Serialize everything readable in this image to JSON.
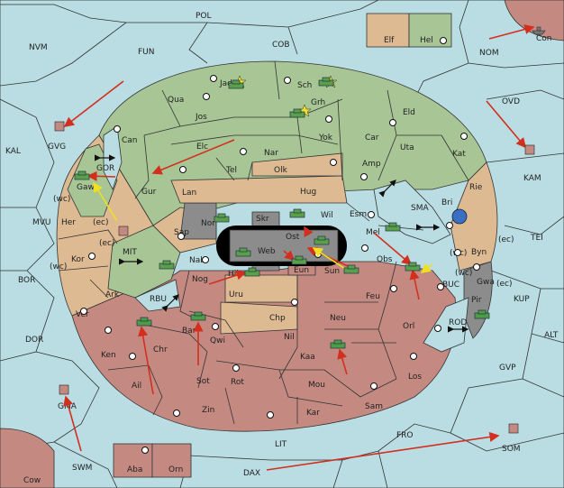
{
  "colors": {
    "sea": "#b9dde3",
    "north_power": "#a7c595",
    "neutral": "#deba93",
    "south_power": "#c48a82",
    "impassable": "#8c8c8c",
    "move_arrow": "#d32f1f",
    "support_arrow": "#f0e020"
  },
  "regions": {
    "pol": "POL",
    "nvm": "NVM",
    "fun": "FUN",
    "cob": "COB",
    "nom": "NOM",
    "con": "Con",
    "elf": "Elf",
    "hel": "Hel",
    "kal": "KAL",
    "gvg": "GVG",
    "ovd": "OVD",
    "kam": "KAM",
    "jad": "Jad",
    "sch": "Sch",
    "qua": "Qua",
    "grh": "Grh",
    "jos": "Jos",
    "eld": "Eld",
    "can": "Can",
    "yok": "Yok",
    "car": "Car",
    "elc": "Elc",
    "nar": "Nar",
    "uta": "Uta",
    "kat": "Kat",
    "tel": "Tel",
    "olk": "Olk",
    "amp": "Amp",
    "gor": "GOR",
    "gaw": "Gaw",
    "gur": "Gur",
    "lan": "Lan",
    "hug": "Hug",
    "rie": "Rie",
    "wc": "(wc)",
    "ec": "(ec)",
    "mvu": "MVU",
    "her": "Her",
    "bri": "Bri",
    "sma": "SMA",
    "nor": "Nor",
    "skr": "Skr",
    "wil": "Wil",
    "esm": "Esm",
    "tei": "TEI",
    "sap": "Sap",
    "ost": "Ost",
    "mel": "Mel",
    "kor": "Kor",
    "mit": "MIT",
    "web": "Web",
    "byn": "Byn",
    "nab": "Nab",
    "eun": "Eun",
    "obs": "Obs",
    "gwa": "Gwa",
    "bor": "BOR",
    "nog": "Nog",
    "hil": "Hil",
    "sun": "Sun",
    "buc": "BUC",
    "kup": "KUP",
    "ark": "Ark",
    "rbu": "RBU",
    "uru": "Uru",
    "feu": "Feu",
    "pir": "Pir",
    "ver": "Ver",
    "chp": "Chp",
    "neu": "Neu",
    "orl": "Orl",
    "rod": "ROD",
    "dor": "DOR",
    "bar": "Bar",
    "qwi": "Qwi",
    "nil": "Nil",
    "alt": "ALT",
    "ken": "Ken",
    "chr": "Chr",
    "kaa": "Kaa",
    "gvp": "GVP",
    "ail": "Ail",
    "sot": "Sot",
    "rot": "Rot",
    "mou": "Mou",
    "los": "Los",
    "gma": "GMA",
    "zin": "Zin",
    "kar": "Kar",
    "sam": "Sam",
    "fro": "FRO",
    "som": "SOM",
    "swm": "SWM",
    "lit": "LIT",
    "aba": "Aba",
    "orn": "Orn",
    "dax": "DAX",
    "cow": "Cow"
  },
  "units": [
    {
      "region": "Jad",
      "type": "army",
      "power": "north"
    },
    {
      "region": "Sch",
      "type": "army",
      "power": "north"
    },
    {
      "region": "Grh",
      "type": "army",
      "power": "north"
    },
    {
      "region": "Gaw",
      "type": "army",
      "power": "north"
    },
    {
      "region": "Nor",
      "type": "army",
      "power": "north"
    },
    {
      "region": "Web",
      "type": "army",
      "power": "north"
    },
    {
      "region": "Ost",
      "type": "army",
      "power": "north"
    },
    {
      "region": "Nab",
      "type": "army",
      "power": "north"
    },
    {
      "region": "Hil",
      "type": "army",
      "power": "north"
    },
    {
      "region": "Mel",
      "type": "army",
      "power": "north"
    },
    {
      "region": "Obs",
      "type": "army",
      "power": "north"
    },
    {
      "region": "Sun",
      "type": "army",
      "power": "north"
    },
    {
      "region": "Eun",
      "type": "army",
      "power": "north"
    },
    {
      "region": "Bri",
      "type": "fleet",
      "power": "neutral"
    },
    {
      "region": "Chr",
      "type": "army",
      "power": "south"
    },
    {
      "region": "Bar",
      "type": "army",
      "power": "south"
    },
    {
      "region": "Kaa",
      "type": "army",
      "power": "south"
    },
    {
      "region": "Pir",
      "type": "army",
      "power": "south"
    }
  ]
}
